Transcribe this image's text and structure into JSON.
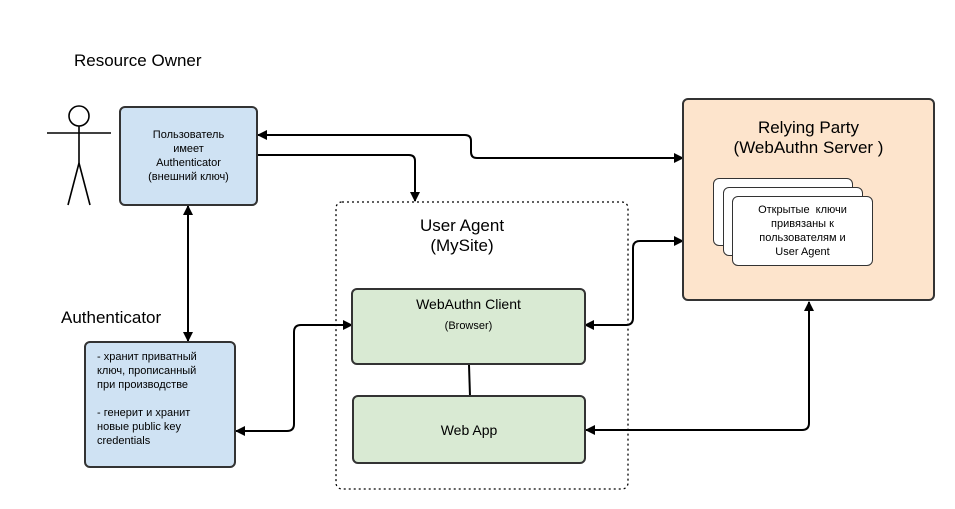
{
  "resource_owner": {
    "title": "Resource Owner"
  },
  "user_box": {
    "lines": [
      "Пользователь",
      "имеет",
      "Authenticator",
      "(внешний ключ)"
    ]
  },
  "authenticator": {
    "title": "Authenticator",
    "lines": [
      "- хранит приватный",
      "ключ, прописанный",
      "при производстве",
      "",
      "- генерит и хранит",
      "новые public key",
      "credentials"
    ]
  },
  "user_agent": {
    "title_line1": "User Agent",
    "title_line2": "(MySite)"
  },
  "webauthn_client": {
    "title": "WebAuthn Client",
    "subtitle": "(Browser)"
  },
  "web_app": {
    "title": "Web App"
  },
  "relying_party": {
    "title_line1": "Relying Party",
    "title_line2": "(WebAuthn Server )",
    "keys_lines": [
      "Открытые  ключи",
      "привязаны к",
      "пользователям и",
      "User Agent"
    ]
  },
  "colors": {
    "blue_box": "#cfe2f3",
    "green_box": "#d9ead3",
    "orange_box": "#fde4cc",
    "line": "#000000"
  }
}
